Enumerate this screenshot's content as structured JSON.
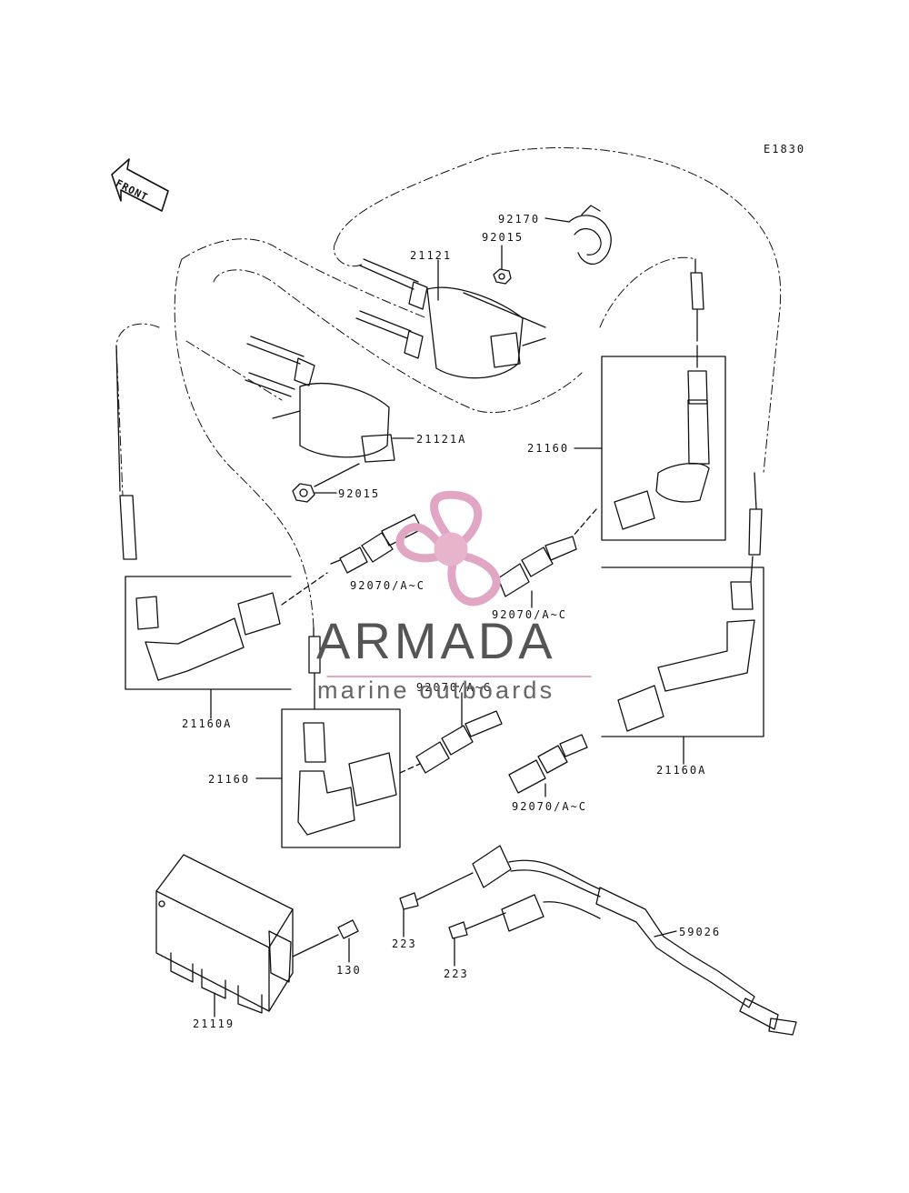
{
  "diagram_code": "E1830",
  "orientation_label": "FRONT",
  "watermark": {
    "title": "ARMADA",
    "subtitle": "marine outboards",
    "colors": {
      "pink": "#e8b4cc",
      "pink_dark": "#d98ab0",
      "text": "#555555"
    }
  },
  "parts": {
    "p92170": "92170",
    "p92015_top": "92015",
    "p21121": "21121",
    "p21121A": "21121A",
    "p92015_bottom": "92015",
    "p21160_right": "21160",
    "p92070_1": "92070/A~C",
    "p92070_2": "92070/A~C",
    "p92070_3": "92070/A~C",
    "p92070_4": "92070/A~C",
    "p21160A_left": "21160A",
    "p21160_left": "21160",
    "p21160A_right": "21160A",
    "p223_a": "223",
    "p223_b": "223",
    "p130": "130",
    "p21119": "21119",
    "p59026": "59026"
  }
}
